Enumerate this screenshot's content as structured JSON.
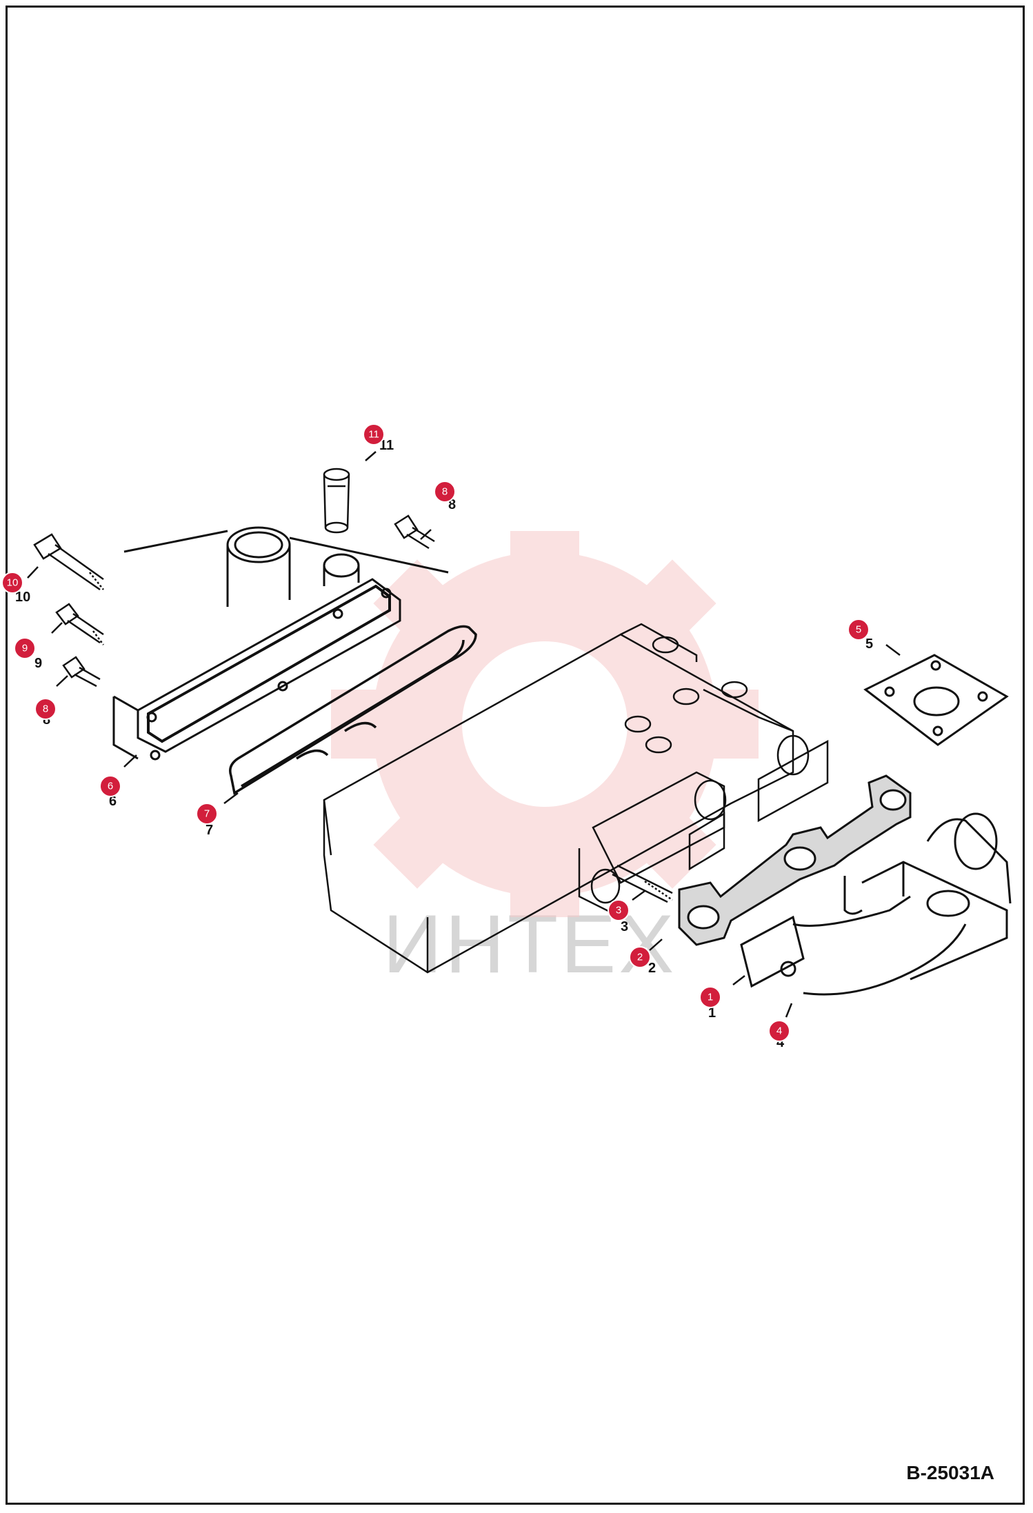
{
  "diagram": {
    "reference_code": "B-25031A",
    "watermark_text": "ИНТЕХ",
    "colors": {
      "callout": "#d21e3c",
      "line": "#111111",
      "watermark": "#f4c6c6"
    },
    "part_numbers": [
      "10",
      "9",
      "8",
      "6",
      "7",
      "11",
      "8",
      "5",
      "3",
      "2",
      "1",
      "4"
    ],
    "callouts": [
      "11",
      "8",
      "10",
      "9",
      "8",
      "6",
      "7",
      "5",
      "3",
      "2",
      "1",
      "4"
    ]
  }
}
